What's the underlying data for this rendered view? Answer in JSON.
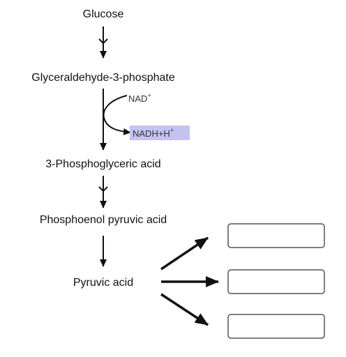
{
  "steps": {
    "glucose": "Glucose",
    "g3p": "Glyceraldehyde-3-phosphate",
    "pga": "3-Phosphoglyceric acid",
    "pep": "Phosphoenol pyruvic acid",
    "pyruvate": "Pyruvic acid"
  },
  "cofactors": {
    "nad_base": "NAD",
    "nad_sup": "+",
    "nadh_base": "NADH+H",
    "nadh_sup": "+"
  },
  "answer_boxes": [
    {
      "value": ""
    },
    {
      "value": ""
    },
    {
      "value": ""
    }
  ],
  "colors": {
    "highlight": "#c3c3f2",
    "arrow": "#111111",
    "box_border": "#555555"
  }
}
